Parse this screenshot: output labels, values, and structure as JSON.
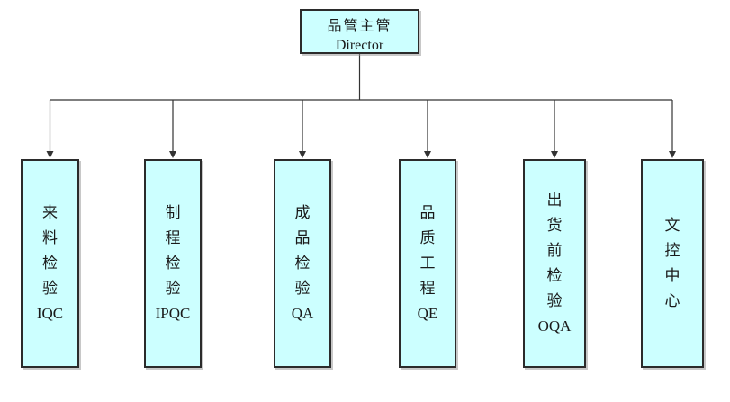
{
  "diagram": {
    "root": {
      "title": "品管主管",
      "subtitle": "Director"
    },
    "children": [
      {
        "title": "来料检验",
        "acronym": "IQC"
      },
      {
        "title": "制程检验",
        "acronym": "IPQC"
      },
      {
        "title": "成品检验",
        "acronym": "QA"
      },
      {
        "title": "品质工程",
        "acronym": "QE"
      },
      {
        "title": "出货前检验",
        "acronym": "OQA"
      },
      {
        "title": "文控中心",
        "acronym": ""
      }
    ],
    "colors": {
      "box_fill": "#CCFFFF",
      "box_border": "#2B2B2B",
      "connector_line": "#333333",
      "text": "#1A1A1A"
    }
  }
}
